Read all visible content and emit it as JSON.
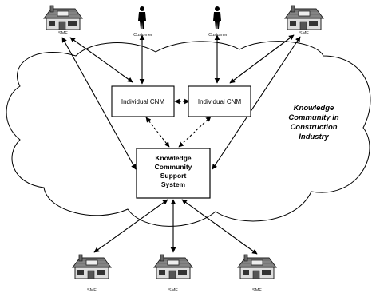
{
  "nodes": {
    "sme_top_left": "SME",
    "customer_left": "Customer",
    "customer_right": "Customer",
    "sme_top_right": "SME",
    "cnm_left": "Individual CNM",
    "cnm_right": "Individual CNM",
    "support_system": [
      "Knowledge",
      "Community",
      "Support",
      "System"
    ],
    "sme_bottom_left": "SME",
    "sme_bottom_center": "SME",
    "sme_bottom_right": "SME"
  },
  "community_label": [
    "Knowledge",
    "Community in",
    "Construction",
    "Industry"
  ]
}
